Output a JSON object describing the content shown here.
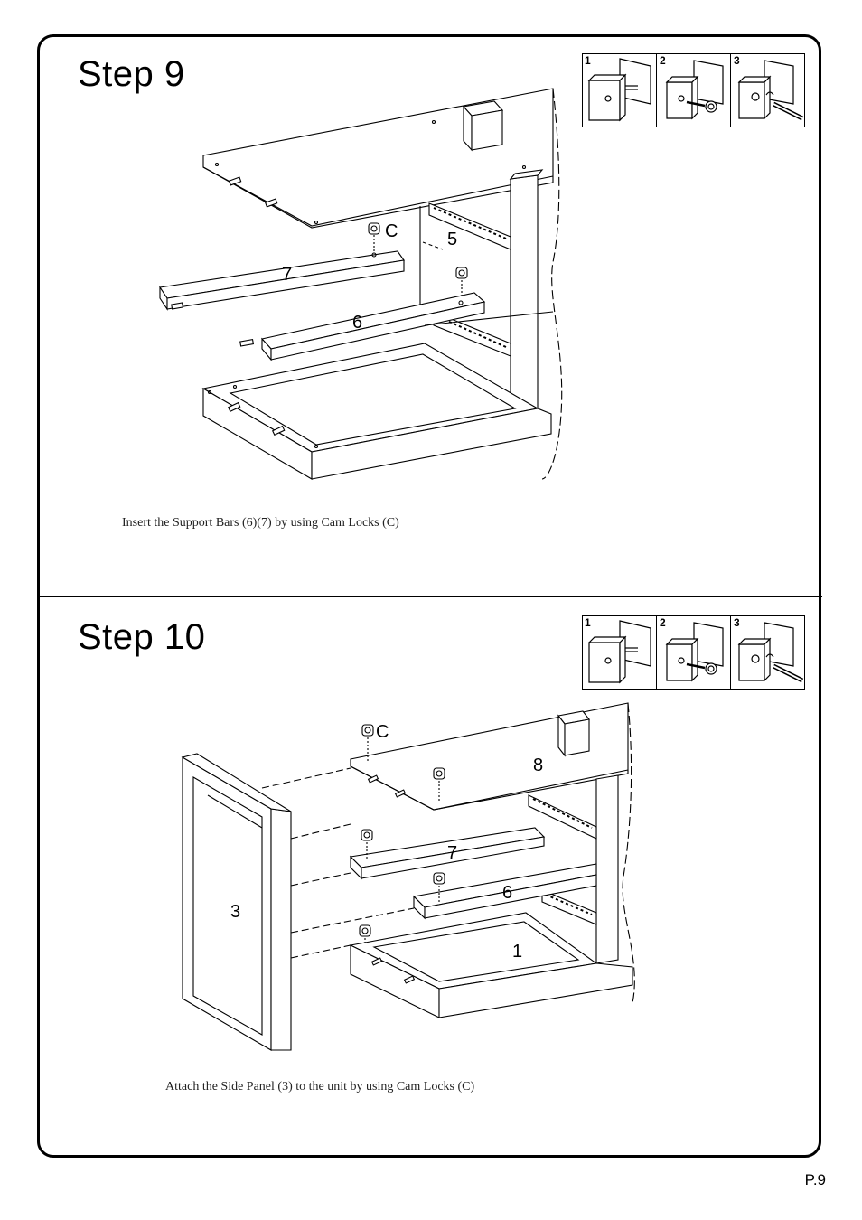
{
  "page": {
    "number": "P.9"
  },
  "cam_guide": {
    "steps": [
      "1",
      "2",
      "3"
    ]
  },
  "step9": {
    "title": "Step  9",
    "caption": "Insert the Support Bars (6)(7) by using Cam Locks (C)",
    "labels": {
      "cam": "C",
      "panel5": "5",
      "bar7": "7",
      "bar6": "6"
    }
  },
  "step10": {
    "title": "Step  10",
    "caption": "Attach the Side Panel (3) to the unit by using Cam Locks (C)",
    "labels": {
      "cam": "C",
      "panel8": "8",
      "bar7": "7",
      "bar6": "6",
      "panel3": "3",
      "panel1": "1"
    }
  }
}
